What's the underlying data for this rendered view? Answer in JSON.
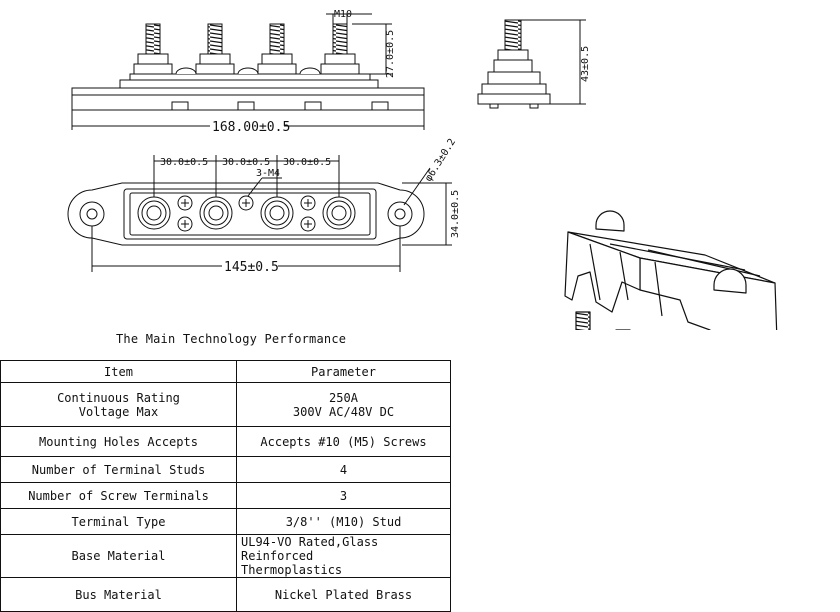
{
  "dimensions": {
    "m10": "M10",
    "height_27": "27.0±0.5",
    "height_43": "43±0.5",
    "length_168": "168.00±0.5",
    "pitch_1": "30.0±0.5",
    "pitch_2": "30.0±0.5",
    "pitch_3": "30.0±0.5",
    "m4": "3-M4",
    "hole": "φ6.3±0.2",
    "width_34": "34.0±0.5",
    "mount_145": "145±0.5"
  },
  "spec_title": "The Main Technology Performance",
  "table": {
    "header": {
      "item": "Item",
      "parameter": "Parameter"
    },
    "rows": [
      {
        "item_line1": "Continuous Rating",
        "item_line2": "Voltage Max",
        "param_line1": "250A",
        "param_line2": "300V AC/48V DC"
      },
      {
        "item": "Mounting Holes Accepts",
        "param": "Accepts #10 (M5) Screws"
      },
      {
        "item": "Number of Terminal Studs",
        "param": "4"
      },
      {
        "item": "Number of Screw Terminals",
        "param": "3"
      },
      {
        "item": "Terminal Type",
        "param": "3/8'' (M10) Stud"
      },
      {
        "item": "Base Material",
        "param_line1": "UL94-VO Rated,Glass Reinforced",
        "param_line2": "Thermoplastics"
      },
      {
        "item": "Bus Material",
        "param": "Nickel Plated Brass"
      }
    ]
  }
}
